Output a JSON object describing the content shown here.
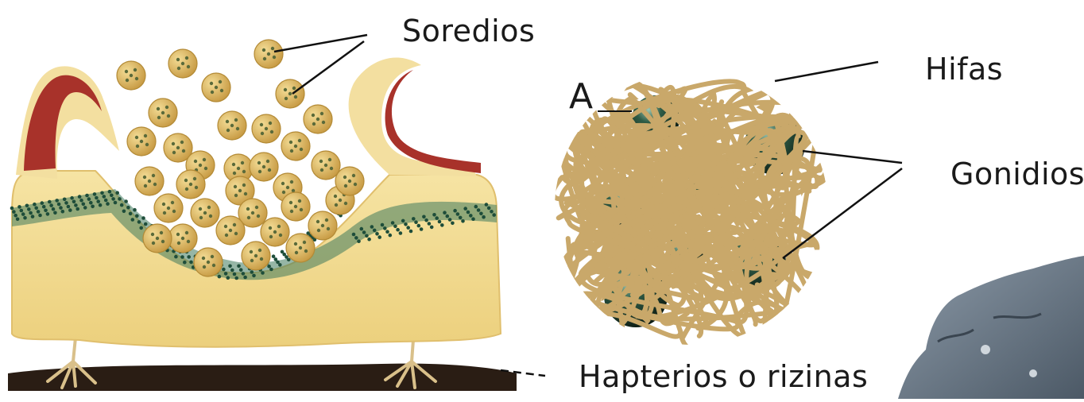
{
  "figure": {
    "labels": {
      "soredios": "Soredios",
      "hifas": "Hifas",
      "gonidios": "Gonidios",
      "hapterios": "Hapterios o rizinas",
      "panel_a": "A"
    },
    "colors": {
      "thallus": "#f1dc93",
      "thallus_edge": "#e3c26f",
      "cortex_red": "#a8322a",
      "algal_green": "#3f7a5c",
      "soredium": "#d8b561",
      "hypha": "#c9a86a",
      "gonidium": "#1f3b2c",
      "lichen_gray": "#6f7f8e",
      "leader": "#111111"
    }
  }
}
